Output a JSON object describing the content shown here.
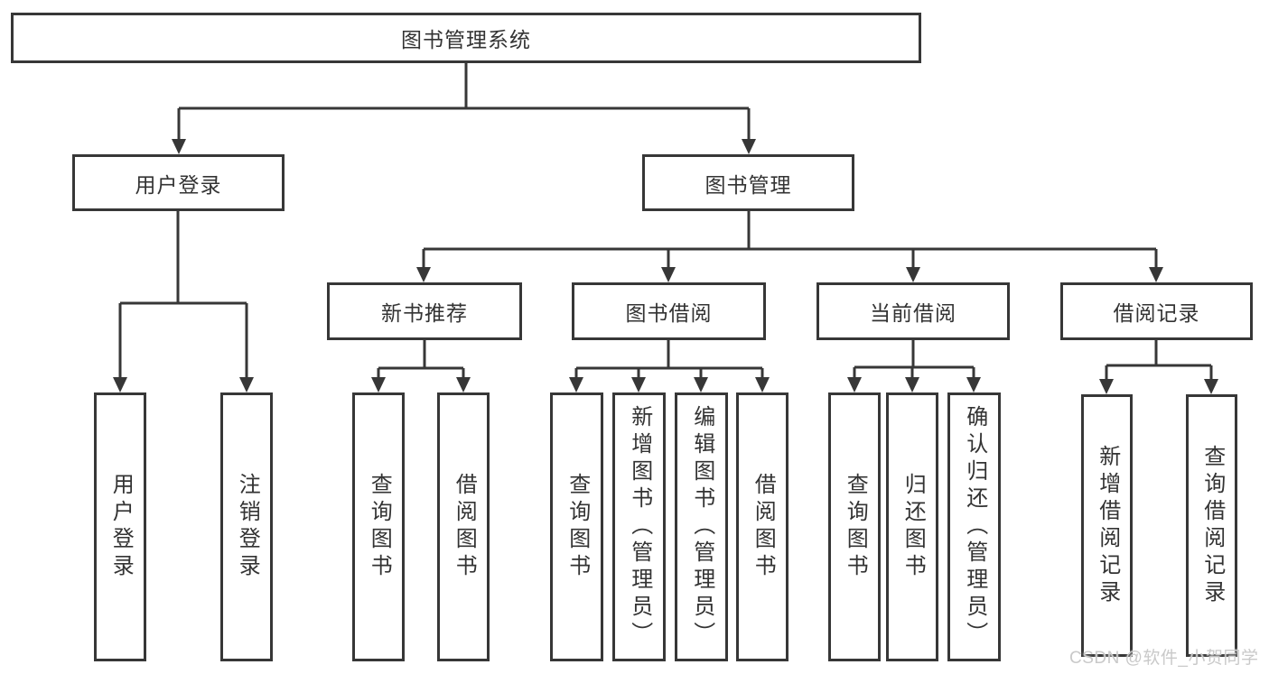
{
  "diagram": {
    "watermark": "CSDN @软件_小贺同学",
    "colors": {
      "line": "#373737",
      "text": "#333333",
      "watermark": "#c9c9c9",
      "background": "#ffffff"
    },
    "nodes": {
      "root": "图书管理系统",
      "level2": [
        "用户登录",
        "图书管理"
      ],
      "level3": [
        "新书推荐",
        "图书借阅",
        "当前借阅",
        "借阅记录"
      ],
      "leaves": [
        "用户登录",
        "注销登录",
        "查询图书",
        "借阅图书",
        "查询图书",
        "新增图书（管理员）",
        "编辑图书（管理员）",
        "借阅图书",
        "查询图书",
        "归还图书",
        "确认归还（管理员）",
        "新增借阅记录",
        "查询借阅记录"
      ]
    }
  }
}
